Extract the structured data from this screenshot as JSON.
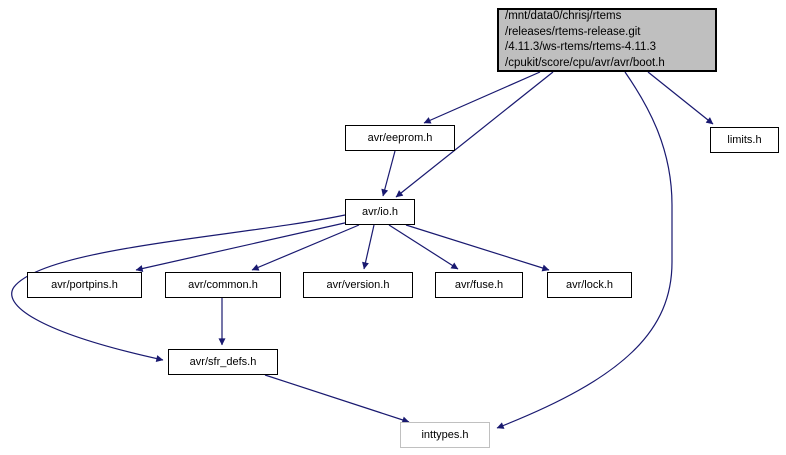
{
  "diagram": {
    "kind": "include-dependency-graph",
    "root": {
      "id": "boot",
      "label": "/mnt/data0/chrisj/rtems\n/releases/rtems-release.git\n/4.11.3/ws-rtems/rtems-4.11.3\n/cpukit/score/cpu/avr/avr/boot.h"
    },
    "nodes": [
      {
        "id": "avr-eeprom",
        "label": "avr/eeprom.h"
      },
      {
        "id": "limits",
        "label": "limits.h"
      },
      {
        "id": "avr-io",
        "label": "avr/io.h"
      },
      {
        "id": "avr-portpins",
        "label": "avr/portpins.h"
      },
      {
        "id": "avr-common",
        "label": "avr/common.h"
      },
      {
        "id": "avr-version",
        "label": "avr/version.h"
      },
      {
        "id": "avr-fuse",
        "label": "avr/fuse.h"
      },
      {
        "id": "avr-lock",
        "label": "avr/lock.h"
      },
      {
        "id": "avr-sfr-defs",
        "label": "avr/sfr_defs.h"
      },
      {
        "id": "inttypes",
        "label": "inttypes.h"
      }
    ],
    "edges": [
      {
        "from": "boot",
        "to": "avr/eeprom.h"
      },
      {
        "from": "boot",
        "to": "avr/io.h"
      },
      {
        "from": "boot",
        "to": "limits.h"
      },
      {
        "from": "boot",
        "to": "inttypes.h"
      },
      {
        "from": "avr/eeprom.h",
        "to": "avr/io.h"
      },
      {
        "from": "avr/io.h",
        "to": "avr/portpins.h"
      },
      {
        "from": "avr/io.h",
        "to": "avr/common.h"
      },
      {
        "from": "avr/io.h",
        "to": "avr/version.h"
      },
      {
        "from": "avr/io.h",
        "to": "avr/fuse.h"
      },
      {
        "from": "avr/io.h",
        "to": "avr/lock.h"
      },
      {
        "from": "avr/io.h",
        "to": "avr/sfr_defs.h"
      },
      {
        "from": "avr/common.h",
        "to": "avr/sfr_defs.h"
      },
      {
        "from": "avr/sfr_defs.h",
        "to": "inttypes.h"
      }
    ],
    "colors": {
      "edge": "#191970",
      "root_fill": "#bfbfbf",
      "node_fill": "#ffffff",
      "node_border": "#000000",
      "external_node_border": "#c0c0c0",
      "text": "#000000"
    }
  }
}
